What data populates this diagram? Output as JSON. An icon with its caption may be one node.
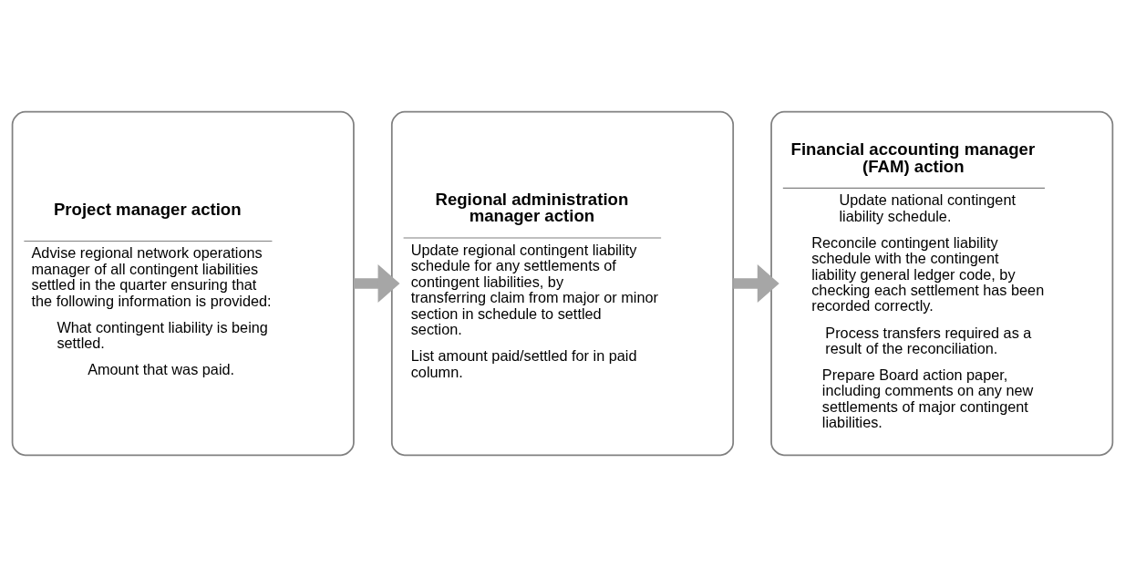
{
  "diagram": {
    "nodes": [
      {
        "text": [
          "Project manager action",
          "Advise regional network operations manager of all contingent liabilities settled in the quarter ensuring that the following information is provided:",
          "What contingent liability is being settled.",
          "Amount that was paid."
        ]
      },
      {
        "text": [
          "Regional administration manager action",
          "Update regional contingent liability schedule for any settlements of contingent liabilities, by transferring claim from major or minor section in schedule to settled section.",
          "List amount paid/settled for in paid column."
        ]
      },
      {
        "text": [
          "Financial accounting manager (FAM) action",
          "Update national contingent liability schedule.",
          "Reconcile contingent liability schedule with the contingent liability general ledger code, by checking each settlement has been recorded correctly.",
          "Process transfers required as a result of the reconciliation.",
          "Prepare Board action paper, including comments on any new settlements of major contingent liabilities."
        ]
      }
    ],
    "edges": [
      {
        "from": 0,
        "to": 1,
        "arrow": "to"
      },
      {
        "from": 1,
        "to": 2,
        "arrow": "to"
      }
    ]
  }
}
